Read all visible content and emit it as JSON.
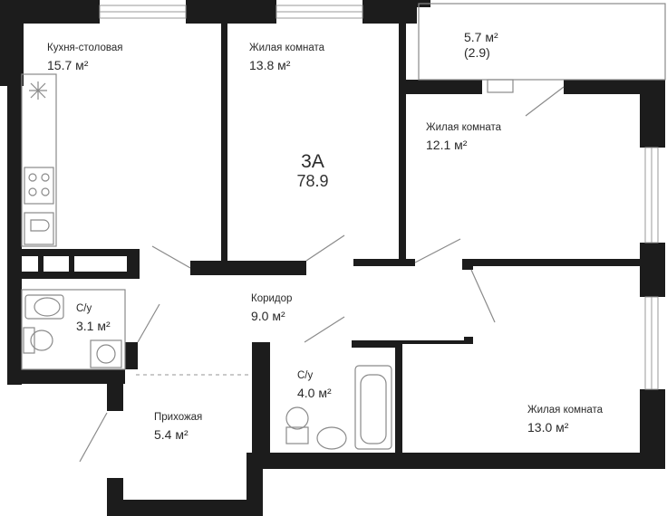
{
  "apartment": {
    "id": "3А",
    "total_area": "78.9"
  },
  "rooms": {
    "kitchen": {
      "name": "Кухня-столовая",
      "area": "15.7 м²"
    },
    "living1": {
      "name": "Жилая комната",
      "area": "13.8 м²"
    },
    "balcony": {
      "area": "5.7 м²",
      "reduced_area": "(2.9)"
    },
    "living2": {
      "name": "Жилая комната",
      "area": "12.1 м²"
    },
    "bath1": {
      "name": "С/у",
      "area": "3.1 м²"
    },
    "corridor": {
      "name": "Коридор",
      "area": "9.0 м²"
    },
    "bath2": {
      "name": "С/у",
      "area": "4.0 м²"
    },
    "hall": {
      "name": "Прихожая",
      "area": "5.4 м²"
    },
    "living3": {
      "name": "Жилая комната",
      "area": "13.0 м²"
    }
  },
  "colors": {
    "wall": "#1c1c1c",
    "line": "#8a8a8a",
    "label": "#2a2a2a"
  }
}
